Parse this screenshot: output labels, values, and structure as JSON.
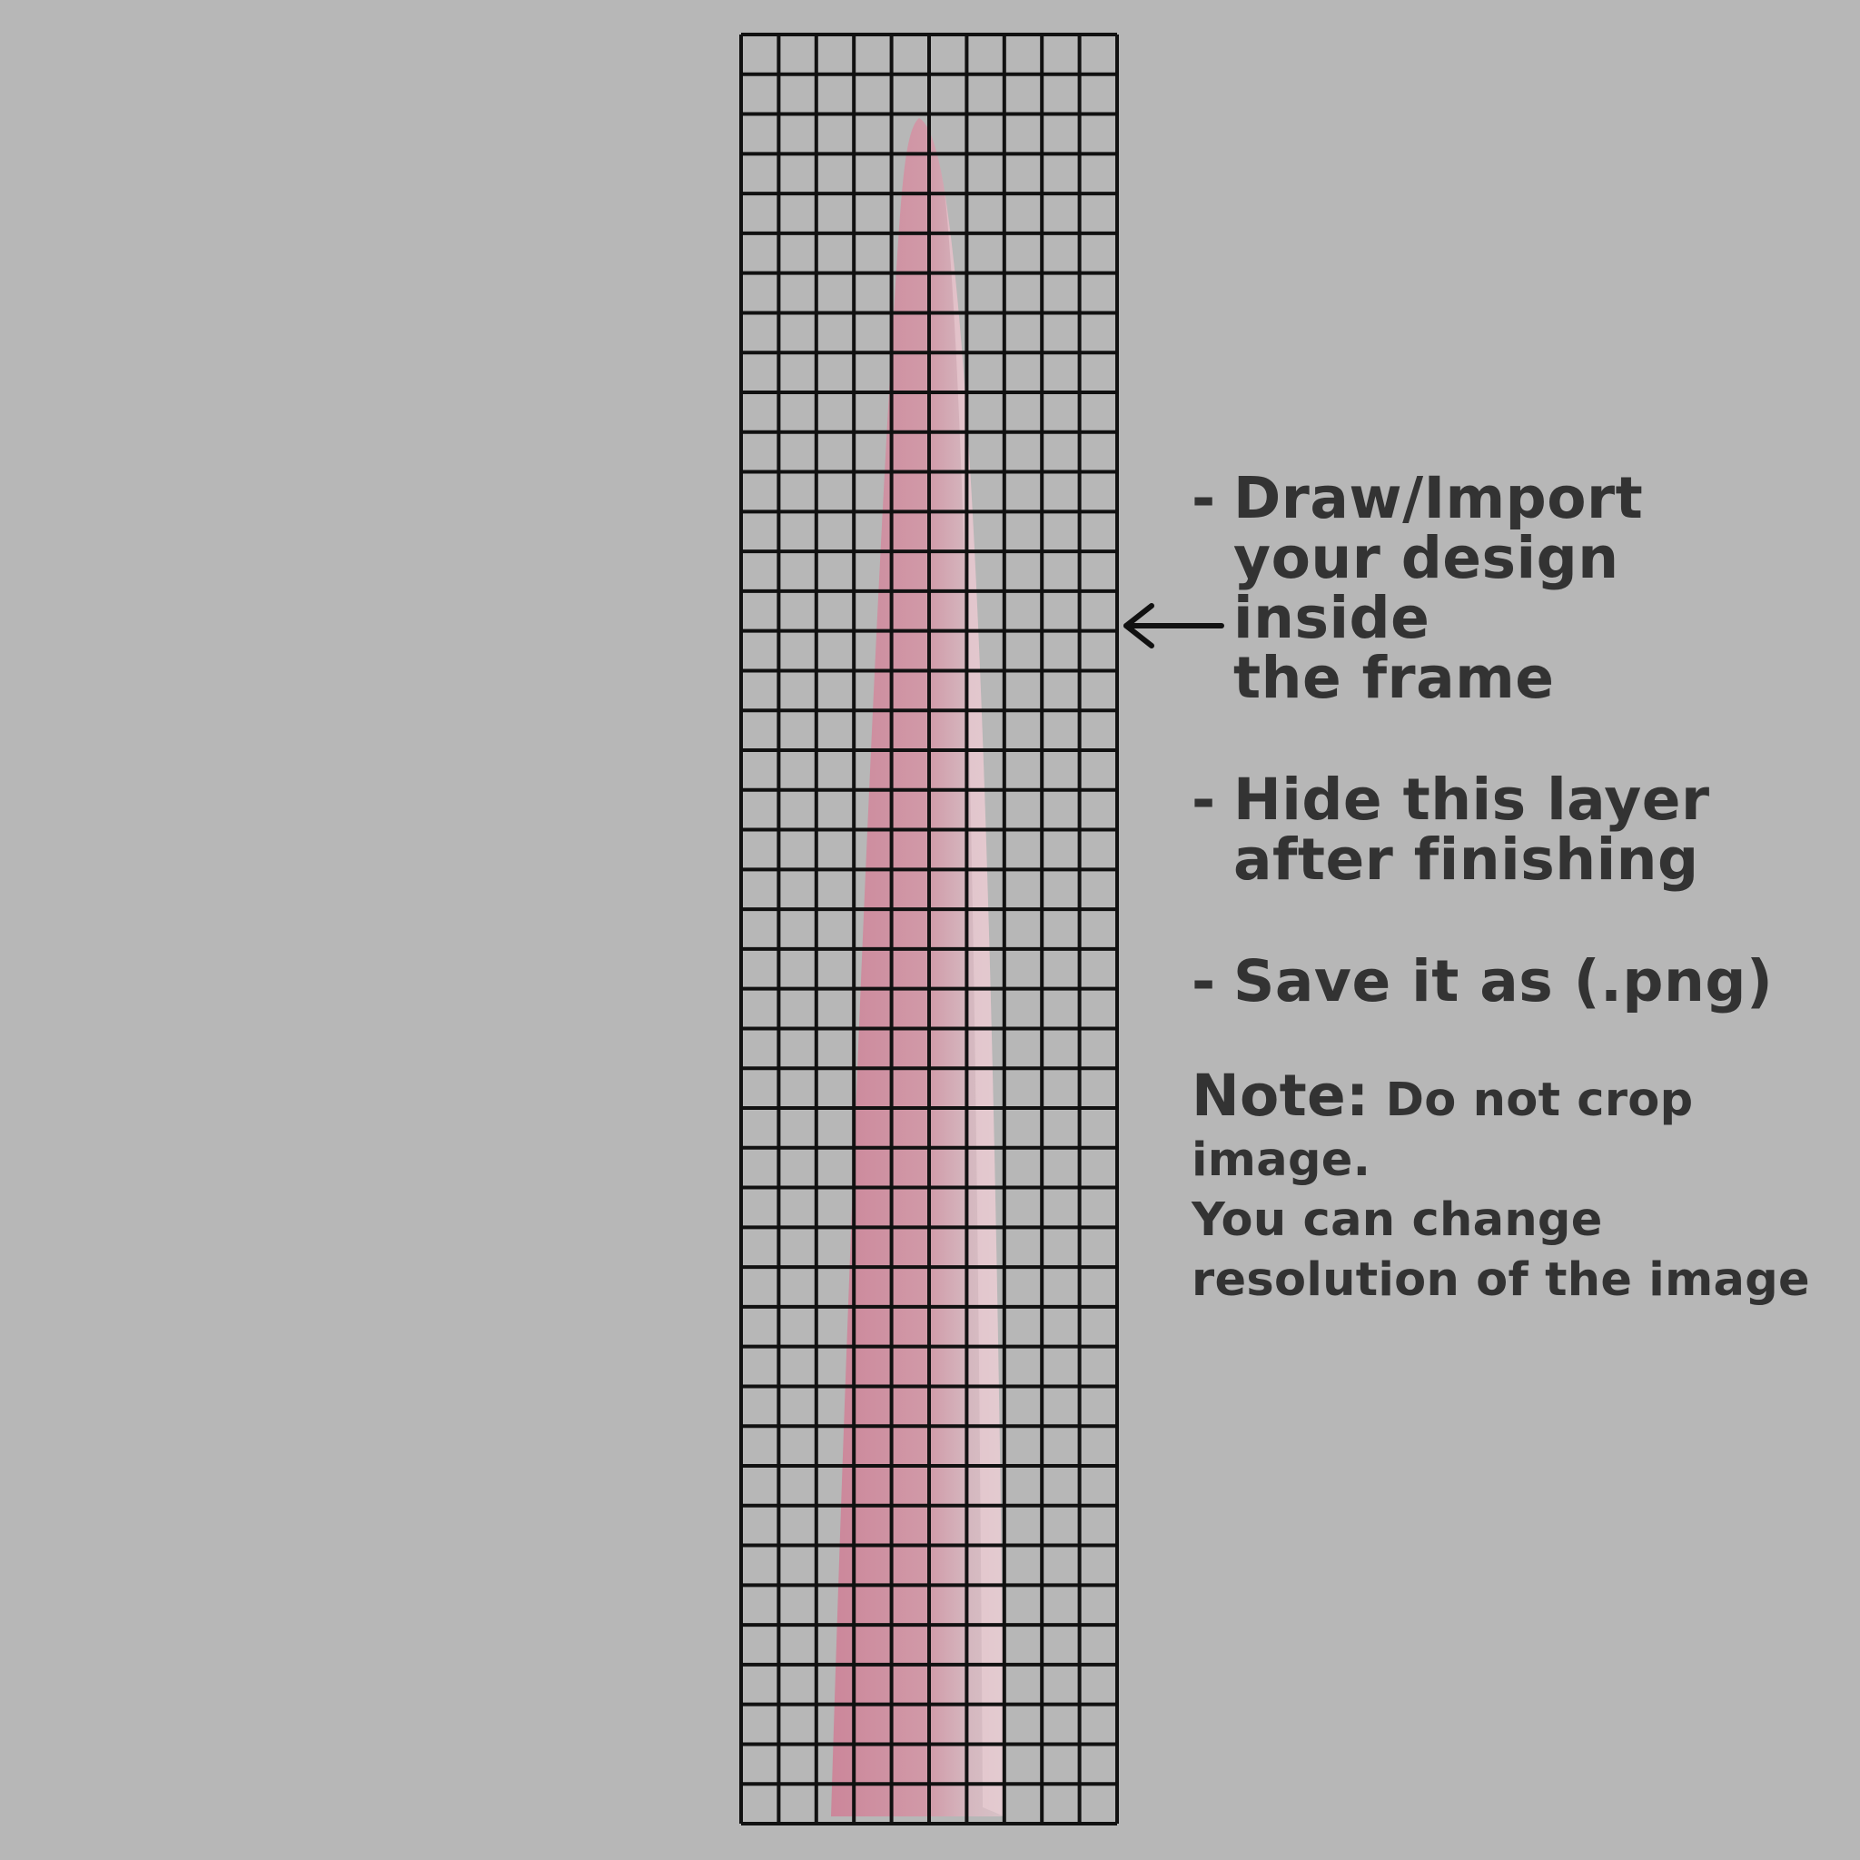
{
  "instructions": {
    "steps": [
      {
        "bullet": "-",
        "text": "Draw/Import\nyour design inside\nthe frame"
      },
      {
        "bullet": "-",
        "text": "Hide this layer\nafter finishing"
      },
      {
        "bullet": "-",
        "text": "Save it as (.png)"
      }
    ],
    "note": {
      "label": "Note:",
      "text": " Do not crop\nimage.\nYou can change\nresolution of the image"
    }
  },
  "colors": {
    "background": "#b7b7b7",
    "grid_line": "#111111",
    "text": "#333333",
    "nail_fill": "#d88a9c"
  },
  "grid": {
    "columns": 10,
    "rows": 45
  },
  "icons": {
    "arrow": "arrow-left-icon"
  }
}
